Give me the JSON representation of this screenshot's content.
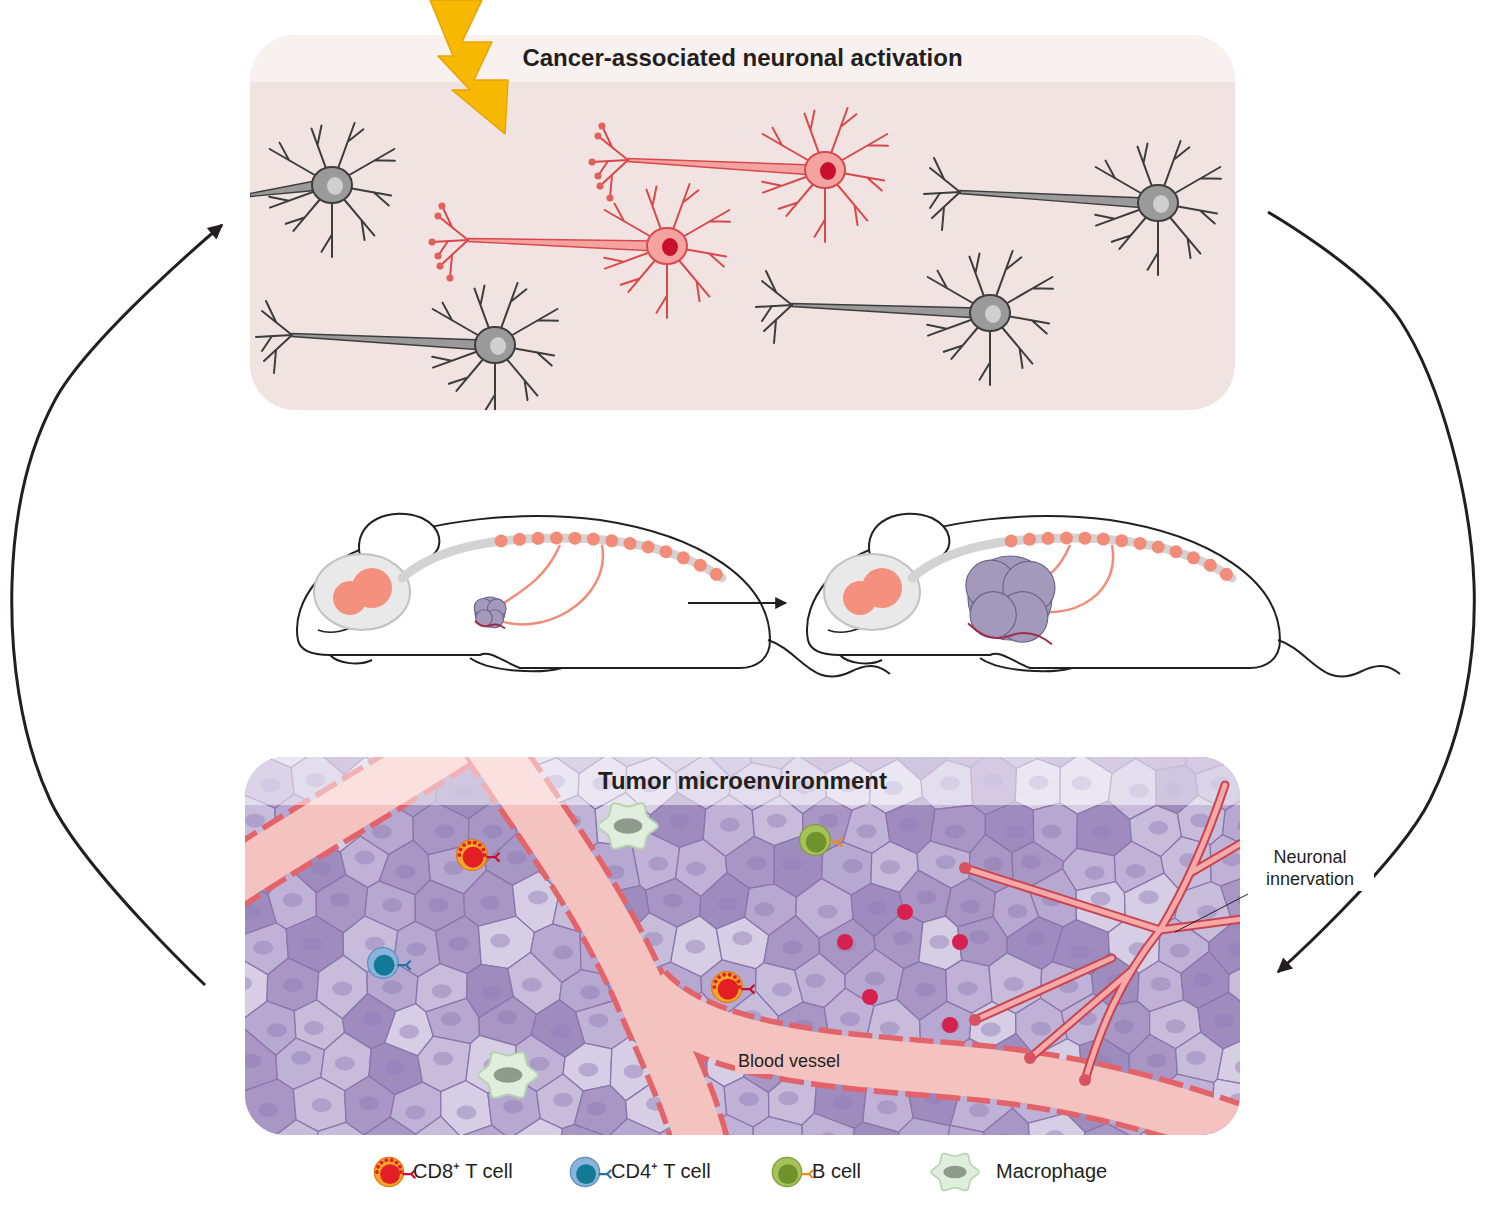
{
  "diagram": {
    "nodes": [
      {
        "text": [
          "Cancer-associated neuronal activation"
        ]
      },
      {
        "text": [
          "Tumor microenvironment"
        ]
      }
    ],
    "edges": [
      {
        "from": 0,
        "to": 1,
        "arrow": "to"
      },
      {
        "from": 1,
        "to": 0,
        "arrow": "to"
      }
    ],
    "labels": [
      "Neuronal innervation",
      "Blood vessel"
    ],
    "legend": [
      {
        "text": "CD8⁺ T cell"
      },
      {
        "text": "CD4⁺ T cell"
      },
      {
        "text": "B cell"
      },
      {
        "text": "Macrophage"
      }
    ]
  }
}
